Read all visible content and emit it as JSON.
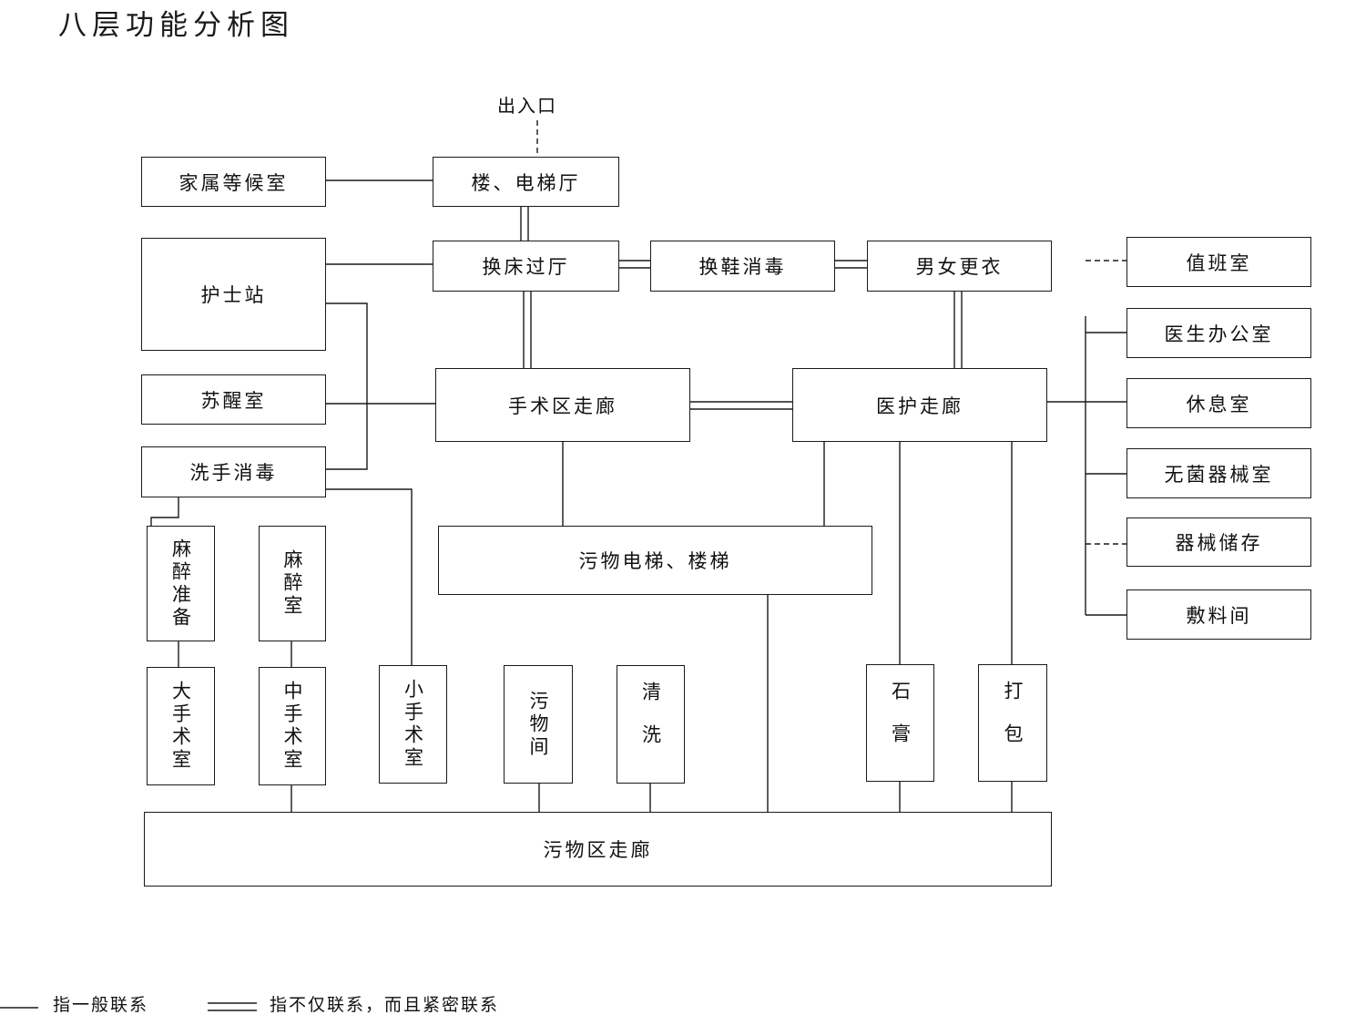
{
  "title": "八层功能分析图",
  "entrance": "出入口",
  "rooms": {
    "family_wait": "家属等候室",
    "elevator_hall": "楼、电梯厅",
    "bed_change_hall": "换床过厅",
    "shoe_disinfect": "换鞋消毒",
    "changing": "男女更衣",
    "on_duty": "值班室",
    "nurse_station": "护士站",
    "doctor_office": "医生办公室",
    "recovery": "苏醒室",
    "surgery_corridor": "手术区走廊",
    "medical_corridor": "医护走廊",
    "rest_room": "休息室",
    "hand_wash": "洗手消毒",
    "sterile_room": "无菌器械室",
    "instrument_storage": "器械储存",
    "material_room": "敷料间",
    "dirty_elevator": "污物电梯、楼梯",
    "anesthesia_prep": "麻醉准备",
    "anesthesia_room": "麻醉室",
    "large_or": "大手术室",
    "medium_or": "中手术室",
    "small_or": "小手术室",
    "dirty_room": "污物间",
    "cleaning": "清洗",
    "plaster": "石膏",
    "packing": "打包",
    "dirty_corridor": "污物区走廊"
  },
  "legend": {
    "single": "指一般联系",
    "double": "指不仅联系，而且紧密联系"
  }
}
